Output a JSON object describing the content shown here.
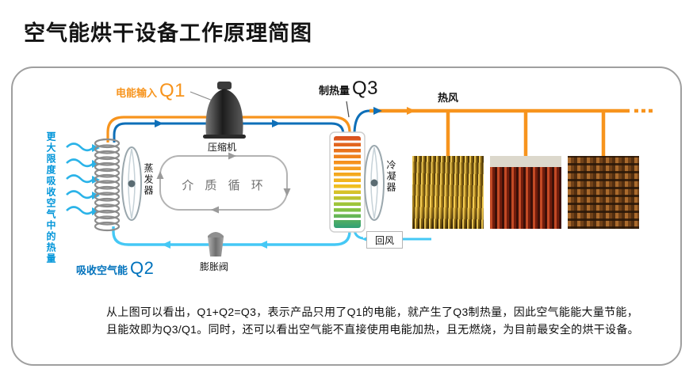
{
  "page": {
    "title": "空气能烘干设备工作原理简图"
  },
  "diagram": {
    "side_note": "更大限度吸收空气中的热量",
    "power_input_label": "电能输入",
    "q1": "Q1",
    "heat_output_label": "制热量",
    "q3": "Q3",
    "absorb_label": "吸收空气能",
    "q2": "Q2",
    "compressor": "压缩机",
    "evaporator": "蒸发器",
    "condenser": "冷凝器",
    "expansion_valve": "膨胀阀",
    "medium_cycle": "介 质 循 环",
    "hot_air": "热风",
    "return_air": "回风"
  },
  "footer": {
    "line1": "从上图可以看出，Q1+Q2=Q3，表示产品只用了Q1的电能，就产生了Q3制热量，因此空气能能大量节能，",
    "line2": "且能效即为Q3/Q1。同时，还可以看出空气能不直接使用电能加热，且无燃烧，为目前最安全的烘干设备。"
  },
  "colors": {
    "pipe_orange": "#F7941D",
    "pipe_dark_blue": "#0E6FB8",
    "pipe_cyan": "#45C8F5",
    "note_blue": "#0095D9",
    "q2_blue": "#0072BC",
    "text_black": "#141414"
  }
}
